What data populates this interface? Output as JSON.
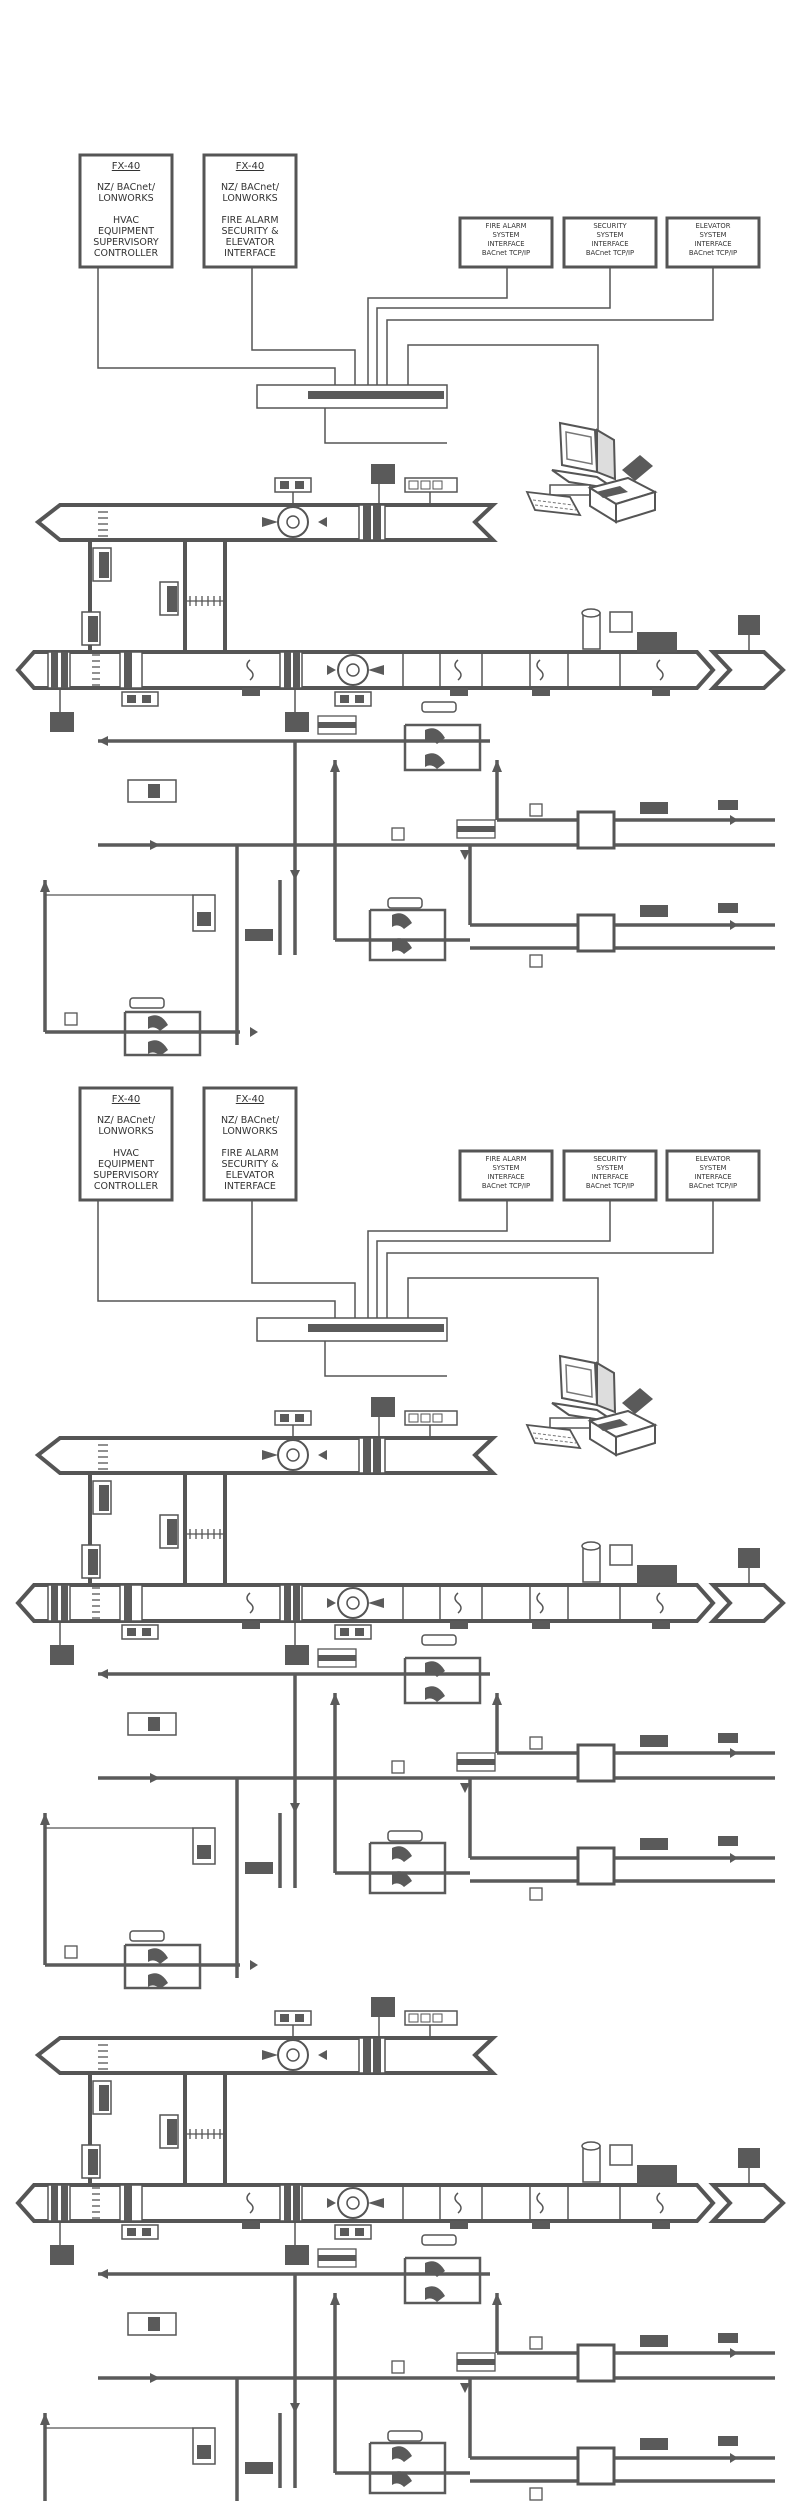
{
  "controllers": [
    {
      "model": "FX-40",
      "lines": [
        "NZ/ BACnet/",
        "LONWORKS",
        "",
        "HVAC",
        "EQUIPMENT",
        "SUPERVISORY",
        "CONTROLLER"
      ]
    },
    {
      "model": "FX-40",
      "lines": [
        "NZ/ BACnet/",
        "LONWORKS",
        "",
        "FIRE ALARM",
        "SECURITY &",
        "ELEVATOR",
        "INTERFACE"
      ]
    }
  ],
  "interfaces": [
    {
      "lines": [
        "FIRE ALARM",
        "SYSTEM",
        "INTERFACE",
        "BACnet TCP/IP"
      ]
    },
    {
      "lines": [
        "SECURITY",
        "SYSTEM",
        "INTERFACE",
        "BACnet TCP/IP"
      ]
    },
    {
      "lines": [
        "ELEVATOR",
        "SYSTEM",
        "INTERFACE",
        "BACnet TCP/IP"
      ]
    }
  ],
  "colors": {
    "line": "#555555",
    "fill": "#5a5a5a",
    "background": "#ffffff"
  },
  "icons": [
    "computer-workstation-icon",
    "printer-icon",
    "fan-icon",
    "damper-icon",
    "coil-icon",
    "valve-icon",
    "pump-icon",
    "chiller-icon"
  ]
}
